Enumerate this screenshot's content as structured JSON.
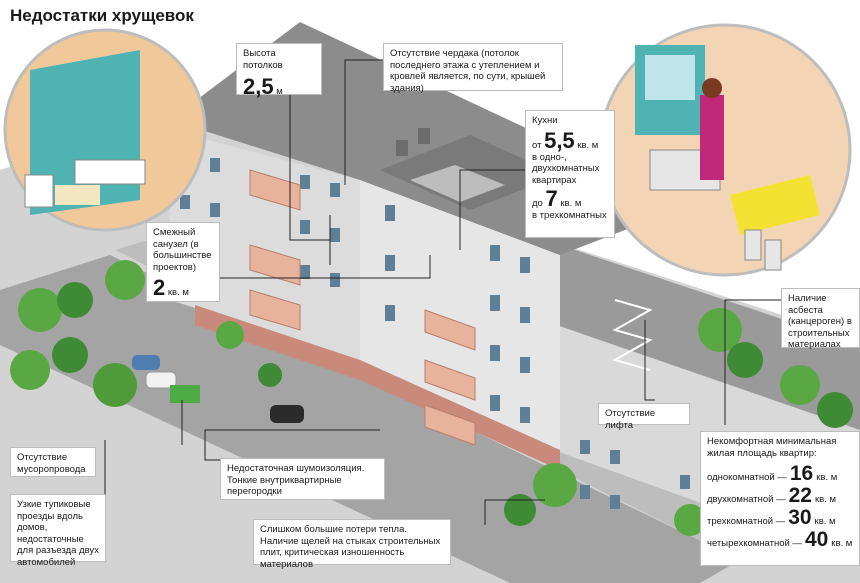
{
  "title": "Недостатки хрущевок",
  "callouts": {
    "ceiling": {
      "label": "Высота потолков",
      "value": "2,5",
      "unit": "м"
    },
    "attic": {
      "text": "Отсутствие чердака (потолок последнего этажа с утеплением и кровлей является, по сути, крышей здания)"
    },
    "kitchen": {
      "label": "Кухни",
      "prefix1": "от",
      "value1": "5,5",
      "unit1": "кв. м",
      "text1": "в одно-, двухкомнатных квартирах",
      "prefix2": "до",
      "value2": "7",
      "unit2": "кв. м",
      "text2": "в трехкомнатных"
    },
    "bathroom": {
      "text": "Смежный санузел (в большинстве проектов)",
      "value": "2",
      "unit": "кв. м"
    },
    "asbestos": {
      "text": "Наличие асбеста (канцероген) в строительных материалах"
    },
    "elevator": {
      "text": "Отсутствие лифта"
    },
    "garbage": {
      "text": "Отсутствие мусоропровода"
    },
    "roads": {
      "text": "Узкие тупиковые проезды вдоль домов, недостаточные для разъезда двух автомобилей"
    },
    "noise": {
      "text": "Недостаточная шумоизоляция. Тонкие внутриквартирные перегородки"
    },
    "heat": {
      "text": "Слишком большие потери тепла. Наличие щелей на стыках строительных плит, критическая изношенность материалов"
    },
    "area": {
      "title": "Некомфортная минимальная жилая площадь квартир:",
      "rows": [
        {
          "label": "однокомнатной —",
          "value": "16",
          "unit": "кв. м"
        },
        {
          "label": "двухкомнатной —",
          "value": "22",
          "unit": "кв. м"
        },
        {
          "label": "трехкомнатной —",
          "value": "30",
          "unit": "кв. м"
        },
        {
          "label": "четырехкомнатной —",
          "value": "40",
          "unit": "кв. м"
        }
      ]
    }
  },
  "colors": {
    "ground": "#c9c9c9",
    "road": "#a9a9a9",
    "facade": "#e4e4e4",
    "facade_shade": "#cfcfcf",
    "roof": "#8a8a8a",
    "window": "#5f7f97",
    "balcony": "#e8b7a0",
    "brick": "#c9877a",
    "tree": "#5aa844",
    "tree_dark": "#3f8a35",
    "interior_wall": "#f3d5b5",
    "teal": "#4fb3b3",
    "yellow": "#f4e232",
    "woman": "#c0297a"
  }
}
